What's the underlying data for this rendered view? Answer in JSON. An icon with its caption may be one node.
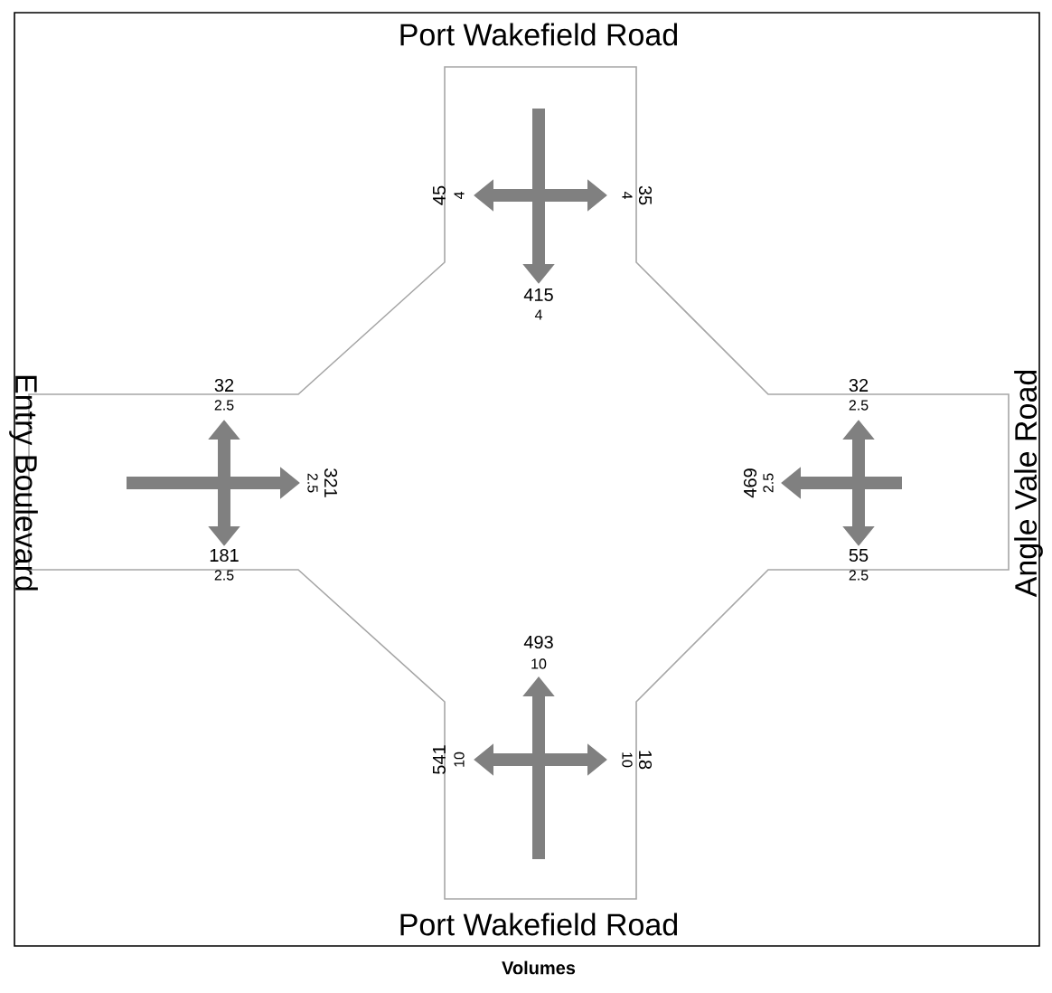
{
  "diagram": {
    "caption": "Volumes",
    "labels": [
      "Port Wakefield Road",
      "45",
      "4",
      "35",
      "4",
      "415",
      "4",
      "Entry Boulevard",
      "32",
      "2.5",
      "321",
      "2.5",
      "181",
      "2.5",
      "32",
      "2.5",
      "469",
      "2.5",
      "55",
      "2.5",
      "Angle Vale Road",
      "493",
      "10",
      "541",
      "10",
      "18",
      "10",
      "Port Wakefield Road"
    ]
  }
}
